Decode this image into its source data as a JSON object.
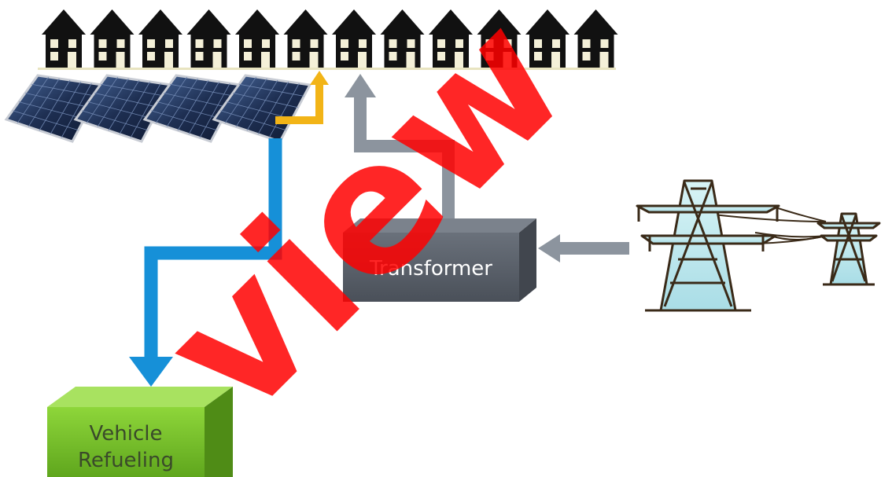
{
  "colors": {
    "solar_arrow": "#f2b417",
    "grid_arrow": "#8c949e",
    "refuel_arrow": "#1690d8",
    "transformer_box": "#5c636d",
    "refuel_box": "#7cc72a",
    "house": "#111111",
    "watermark": "#ff0000"
  },
  "houses": {
    "count": 12,
    "icon": "house-icon"
  },
  "solar_panels": {
    "count": 4,
    "icon": "solar-panel-icon"
  },
  "transformer": {
    "label": "Transformer"
  },
  "vehicle_refueling": {
    "label_line1": "Vehicle",
    "label_line2": "Refueling"
  },
  "power_lines": {
    "icon": "transmission-tower-icon",
    "towers": 2
  },
  "watermark": {
    "text": "view"
  }
}
